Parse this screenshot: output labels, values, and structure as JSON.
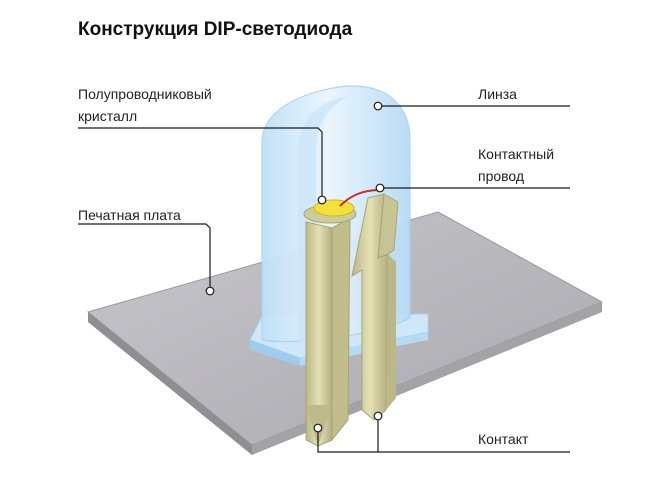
{
  "title": "Конструкция DIP-светодиода",
  "labels": {
    "crystal_line1": "Полупроводниковый",
    "crystal_line2": "кристалл",
    "lens": "Линза",
    "wire_line1": "Контактный",
    "wire_line2": "провод",
    "board": "Печатная плата",
    "contact": "Контакт"
  },
  "colors": {
    "board_top": "#b9b8bd",
    "board_side": "#8e8d92",
    "lens": "#d6ecfb",
    "lens_edge": "#a9d3f3",
    "lead": "#d8d4a4",
    "lead_dark": "#a9a477",
    "crystal": "#f2e13a",
    "wire": "#d4252b"
  }
}
